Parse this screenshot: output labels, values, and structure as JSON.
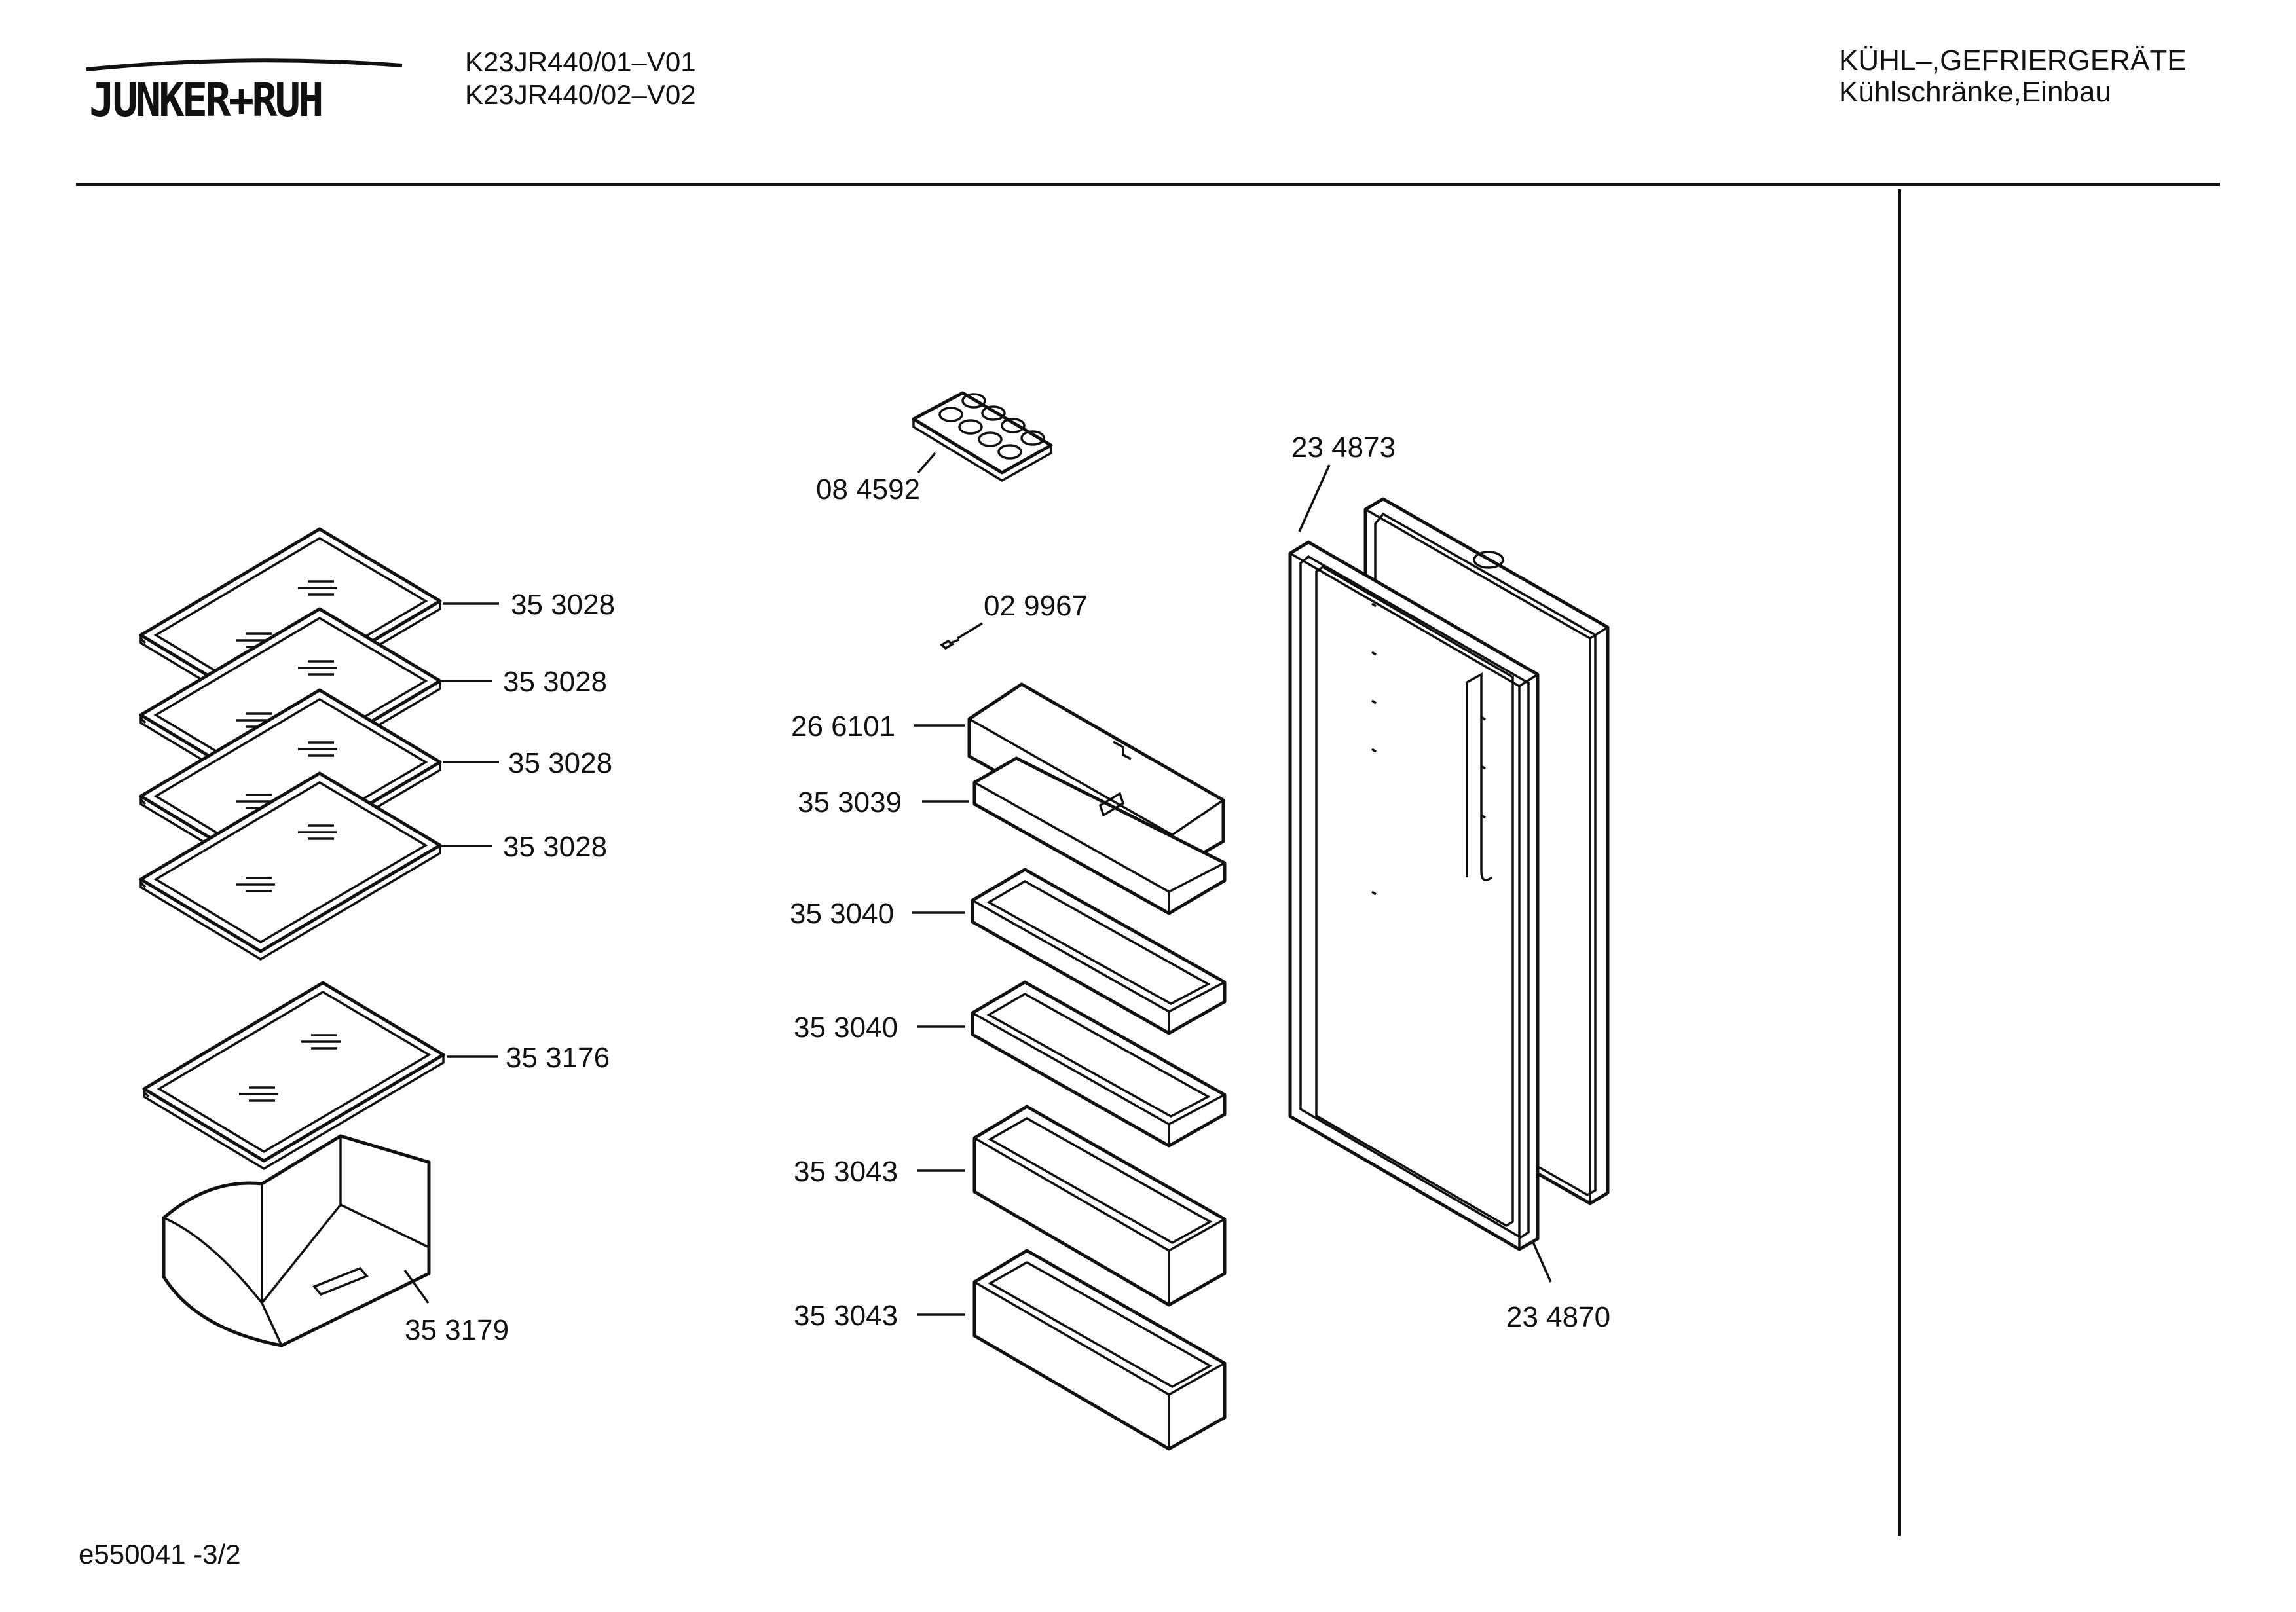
{
  "header": {
    "brand": "JUNKER+RUH",
    "models": [
      "K23JR440/01–V01",
      "K23JR440/02–V02"
    ],
    "category": [
      "KÜHL–,GEFRIERGERÄTE",
      "Kühlschränke,Einbau"
    ]
  },
  "parts": {
    "glass_shelf_1": "35 3028",
    "glass_shelf_2": "35 3028",
    "glass_shelf_3": "35 3028",
    "glass_shelf_4": "35 3028",
    "glass_shelf_bottom": "35 3176",
    "crisper_drawer": "35 3179",
    "egg_tray": "08 4592",
    "screw": "02 9967",
    "butter_lid": "26 6101",
    "butter_tray": "35 3039",
    "door_shelf_1": "35 3040",
    "door_shelf_2": "35 3040",
    "bottle_shelf_1": "35 3043",
    "bottle_shelf_2": "35 3043",
    "door_panel": "23 4873",
    "door_gasket": "23 4870"
  },
  "footer": {
    "drawing_id": "e550041 -3/2"
  }
}
